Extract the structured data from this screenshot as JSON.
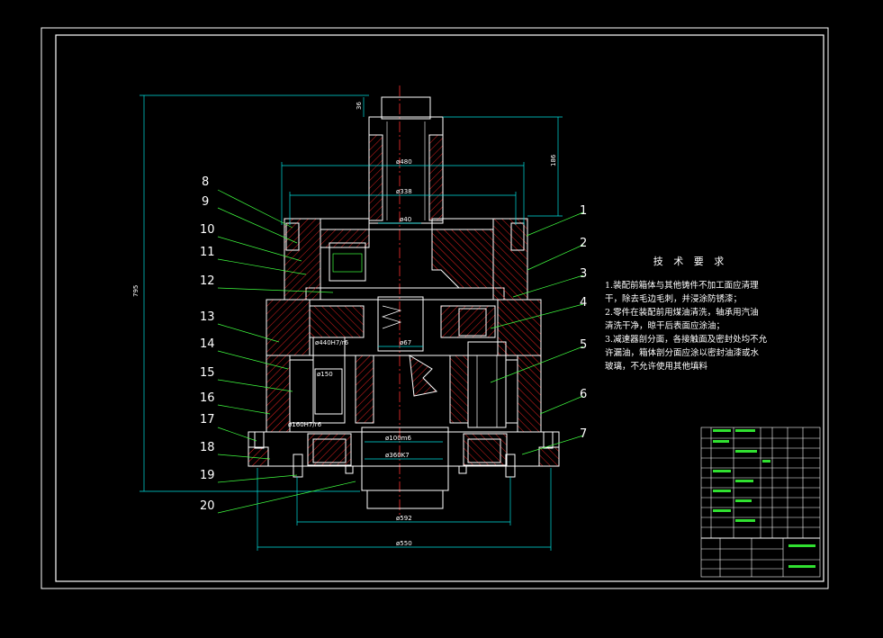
{
  "drawing": {
    "colors": {
      "background": "#000000",
      "frame": "#ffffff",
      "outline": "#ffffff",
      "hatch": "#e02020",
      "dimension": "#00e0e0",
      "leader": "#40ff40",
      "centerline": "#ff3030"
    },
    "dimensions": {
      "overall_height": "795",
      "top_shaft_length": "186",
      "top_step": "36",
      "d480": "ø480",
      "d338": "ø338",
      "d40": "ø40",
      "d67": "ø67",
      "d440": "ø440H7/r6",
      "d150": "ø150",
      "d160": "ø160H7/r6",
      "d100m6": "ø100m6",
      "d360": "ø360K7",
      "d592": "ø592",
      "d550": "ø550"
    },
    "balloons": [
      "1",
      "2",
      "3",
      "4",
      "5",
      "6",
      "7",
      "8",
      "9",
      "10",
      "11",
      "12",
      "13",
      "14",
      "15",
      "16",
      "17",
      "18",
      "19",
      "20"
    ]
  },
  "notes": {
    "title": "技 术 要 求",
    "lines": [
      "1.装配前箱体与其他铸件不加工面应清理",
      "干，除去毛边毛刺，并浸涂防锈漆；",
      "2.零件在装配前用煤油清洗，轴承用汽油",
      "清洗干净，晾干后表面应涂油；",
      "3.减速器剖分面，各接触面及密封处均不允",
      "许漏油，箱体剖分面应涂以密封油漆或水",
      "玻璃，不允许使用其他填料"
    ]
  }
}
